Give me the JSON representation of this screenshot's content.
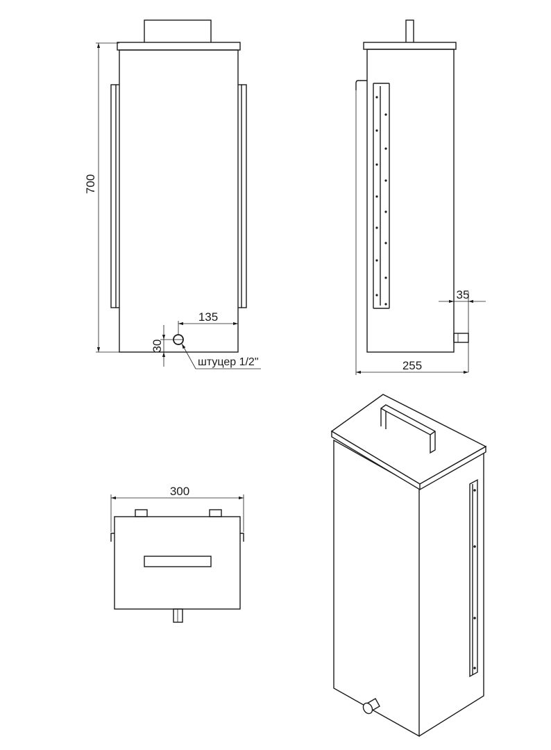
{
  "dimensions": {
    "height": "700",
    "fitting_offset_x": "135",
    "fitting_offset_y": "30",
    "side_offset": "35",
    "depth": "255",
    "width": "300"
  },
  "notes": {
    "fitting_label": "штуцер 1/2\""
  },
  "colors": {
    "line": "#1a1a1a",
    "background": "#ffffff"
  }
}
